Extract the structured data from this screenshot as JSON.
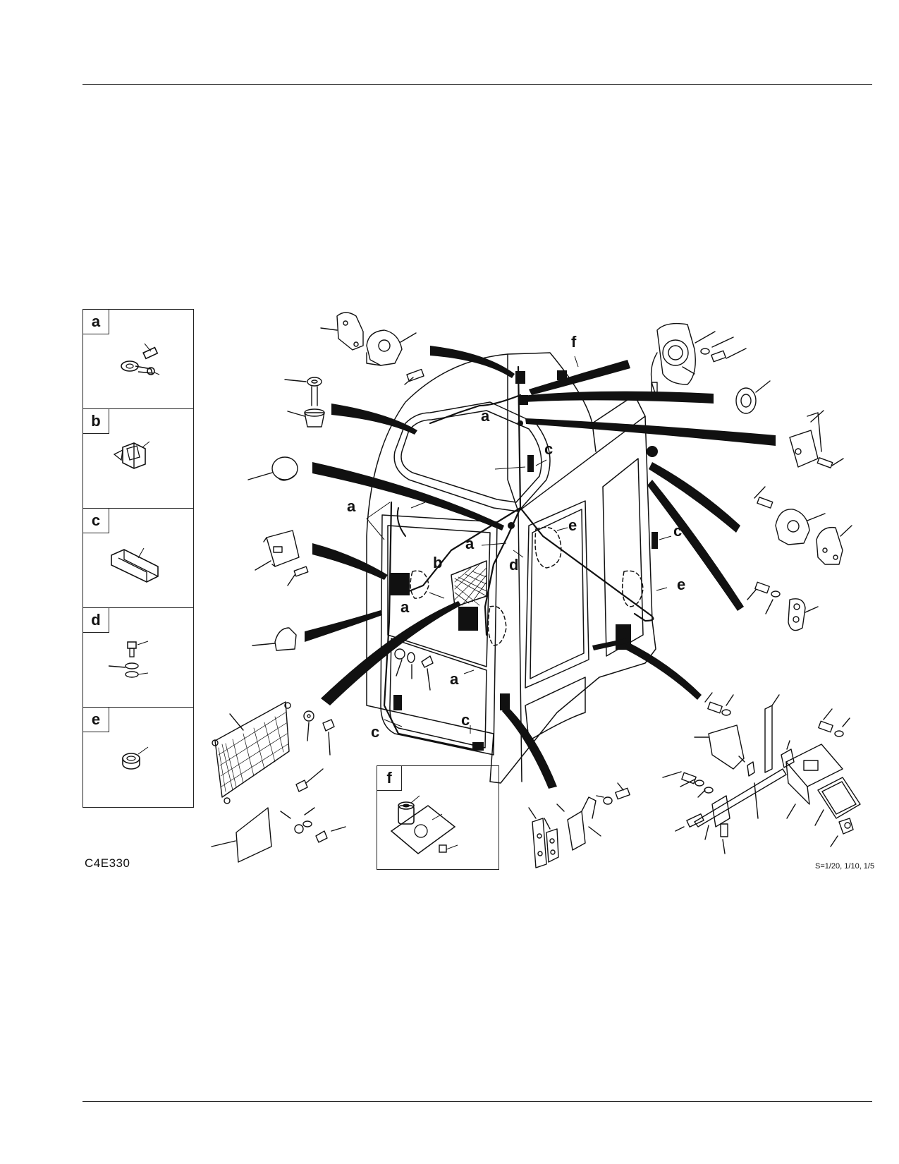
{
  "legend": {
    "items": [
      {
        "tag": "a",
        "icon": "cable-clamp-icon"
      },
      {
        "tag": "b",
        "icon": "wire-clip-icon"
      },
      {
        "tag": "c",
        "icon": "channel-clip-icon"
      },
      {
        "tag": "d",
        "icon": "ground-bolt-icon"
      },
      {
        "tag": "e",
        "icon": "grommet-icon"
      }
    ]
  },
  "inset": {
    "tag": "f",
    "icon": "switch-mount-icon"
  },
  "callouts": {
    "f": "f",
    "a1": "a",
    "c1": "c",
    "a2": "a",
    "e1": "e",
    "a3": "a",
    "b": "b",
    "d": "d",
    "c2": "c",
    "e2": "e",
    "a4": "a",
    "a5": "a",
    "c3": "c",
    "c4": "c"
  },
  "figure_code": "C4E330",
  "scale_text": "S=1/20, 1/10, 1/5"
}
